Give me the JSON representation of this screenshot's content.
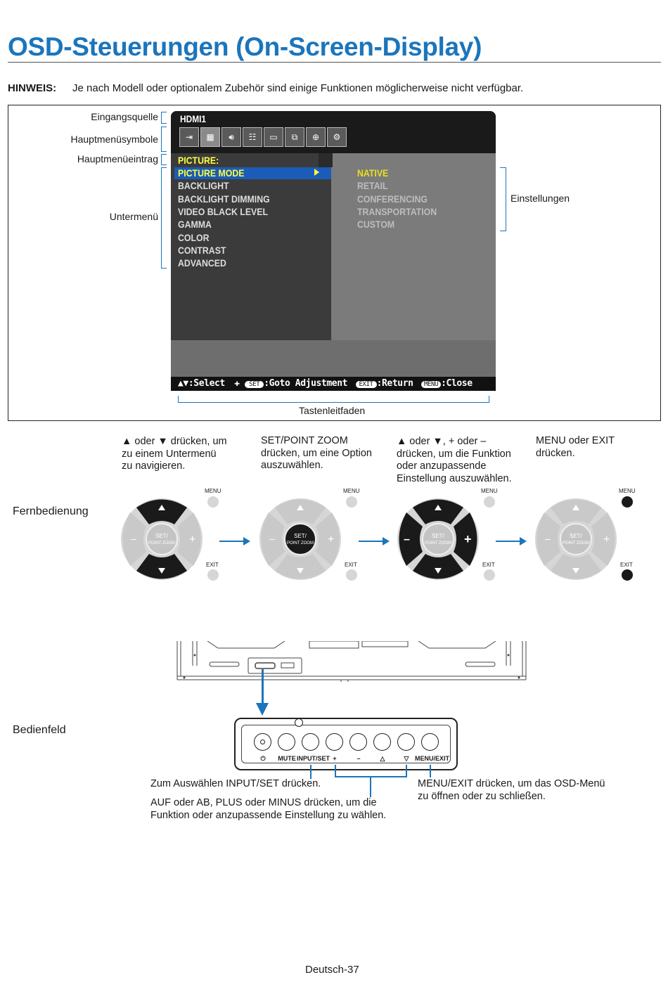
{
  "title": "OSD-Steuerungen (On-Screen-Display)",
  "note": {
    "label": "HINWEIS:",
    "text": "Je nach Modell oder optionalem Zubehör sind einige Funktionen möglicherweise nicht verfügbar."
  },
  "diagram": {
    "callouts": {
      "input_source": "Eingangsquelle",
      "main_menu_icons": "Hauptmenüsymbole",
      "main_menu_entry": "Hauptmenüeintrag",
      "submenu": "Untermenü",
      "settings": "Einstellungen",
      "key_guide": "Tastenleitfaden"
    },
    "osd": {
      "source": "HDMI1",
      "icons": [
        "input-icon",
        "picture-icon",
        "audio-icon",
        "schedule-icon",
        "screen-icon",
        "multi-input-icon",
        "protect-icon",
        "system-icon"
      ],
      "category": "PICTURE:",
      "submenu_items": [
        "PICTURE MODE",
        "BACKLIGHT",
        "BACKLIGHT DIMMING",
        "VIDEO BLACK LEVEL",
        "GAMMA",
        "COLOR",
        "CONTRAST",
        "ADVANCED"
      ],
      "options": [
        "NATIVE",
        "RETAIL",
        "CONFERENCING",
        "TRANSPORTATION",
        "CUSTOM"
      ],
      "guide": {
        "select": ":Select",
        "set_key": "SET",
        "goto": ":Goto Adjustment",
        "exit_key": "EXIT",
        "return": ":Return",
        "menu_key": "MENU",
        "close": ":Close"
      }
    }
  },
  "steps": [
    "▲ oder ▼ drücken, um zu einem Untermenü zu navigieren.",
    "SET/POINT ZOOM drücken, um eine Option auszuwählen.",
    "▲ oder ▼, + oder – drücken, um die Funktion oder anzupassende Einstellung auszuwählen.",
    "MENU oder EXIT drücken."
  ],
  "remote": {
    "label": "Fernbedienung",
    "set_label": "SET/",
    "zoom_label": "POINT ZOOM",
    "menu": "MENU",
    "exit": "EXIT",
    "plus": "+",
    "minus": "–"
  },
  "panel": {
    "label": "Bedienfeld",
    "buttons": [
      "⏻",
      "MUTE",
      "INPUT/SET",
      "+",
      "–",
      "△",
      "▽",
      "MENU/EXIT"
    ],
    "desc_input": "Zum Auswählen INPUT/SET drücken.",
    "desc_nav": "AUF oder AB, PLUS oder MINUS drücken, um die Funktion oder anzupassende Einstellung zu wählen.",
    "desc_menu": "MENU/EXIT drücken, um das OSD-Menü zu öffnen oder zu schließen."
  },
  "footer": "Deutsch-37"
}
